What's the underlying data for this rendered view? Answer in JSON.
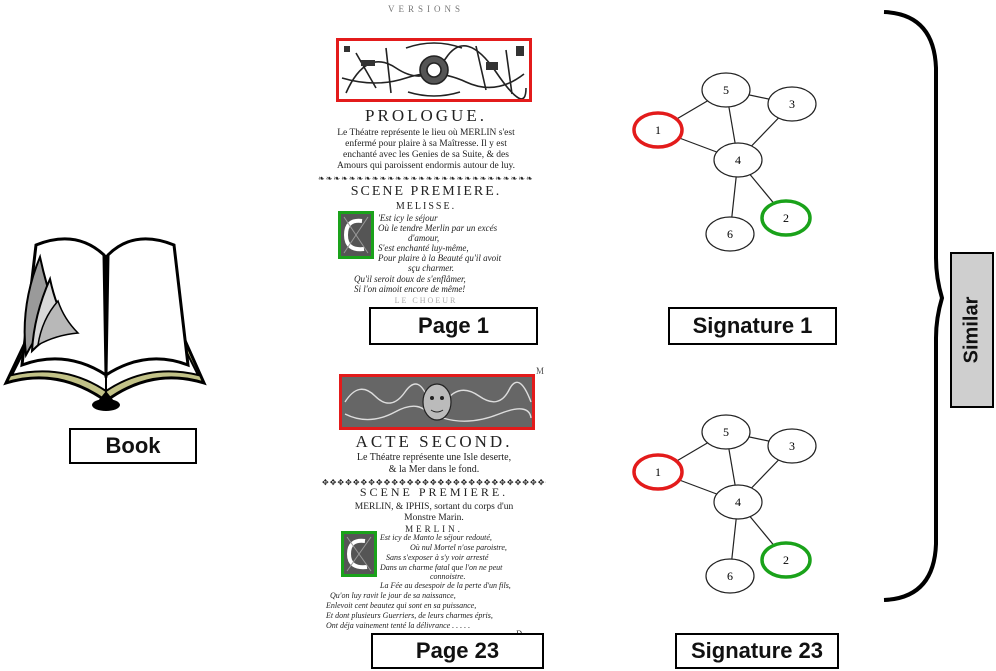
{
  "labels": {
    "book": "Book",
    "page1": "Page 1",
    "page23": "Page 23",
    "signature1": "Signature 1",
    "signature23": "Signature 23",
    "similar": "Similar"
  },
  "page1": {
    "header": "VERSIONS",
    "heading": "PROLOGUE.",
    "desc": [
      "Le Théatre représente le lieu où MERLIN s'est",
      "enfermé pour plaire à sa Maîtresse. Il y est",
      "enchanté avec les Genies de sa Suite, & des",
      "Amours qui paroissent endormis autour de luy."
    ],
    "scene": "SCENE PREMIERE.",
    "character": "MELISSE.",
    "verse": [
      "'Est icy le séjour",
      "Où le tendre Merlin par un excés",
      "d'amour,",
      "S'est enchanté luy-même,",
      "Pour plaire à la Beauté qu'il avoit",
      "sçu charmer.",
      "Qu'il seroit doux de s'enflâmer,",
      "Si l'on aimoit encore de même!"
    ],
    "footer": "LE CHOEUR"
  },
  "page23": {
    "corner": "M",
    "heading": "ACTE SECOND.",
    "desc": [
      "Le Théatre représente une Isle deserte,",
      "& la Mer dans le fond."
    ],
    "scene": "SCENE PREMIERE.",
    "cast": [
      "MERLIN, & IPHIS, sortant du corps d'un",
      "Monstre Marin."
    ],
    "character": "MERLIN.",
    "verse": [
      "Est icy de Manto le séjour redouté,",
      "Où nul Mortel n'ose paroistre,",
      "Sans s'exposer à s'y voir arresté",
      "Dans un charme fatal que l'on ne peut",
      "connoistre.",
      "La Fée au desespoir de la perte d'un fils,",
      "Qu'on luy ravit le jour de sa naissance,",
      "Enlevoit cent beautez qui sont en sa puissance,",
      "Et dont plusieurs Guerriers, de leurs charmes épris,",
      "Ont déja vainement tenté la délivrance . . . . ."
    ],
    "footer": "D"
  },
  "graph": {
    "nodes": [
      "1",
      "2",
      "3",
      "4",
      "5",
      "6"
    ],
    "edges": [
      [
        "1",
        "5"
      ],
      [
        "1",
        "4"
      ],
      [
        "5",
        "3"
      ],
      [
        "5",
        "4"
      ],
      [
        "3",
        "4"
      ],
      [
        "4",
        "6"
      ],
      [
        "4",
        "2"
      ]
    ],
    "highlight": {
      "1": "#e31b1b",
      "2": "#1aa21a"
    }
  },
  "colors": {
    "red_box": "#e31b1b",
    "green_box": "#1aa21a",
    "book_cover": "#c2c287",
    "similar_bg": "#cfcfcf"
  }
}
